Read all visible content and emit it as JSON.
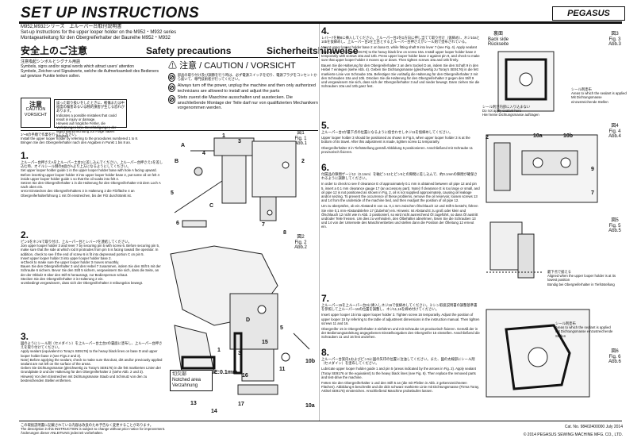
{
  "header": {
    "title": "SET UP INSTRUCTIONS",
    "brand": "PEGASUS",
    "models_jp": "M952,M932シリーズ　上ルーパー台取付説明書",
    "subtitle_en": "Set-up Instructions for the upper looper holder on the M952・M932  series",
    "subtitle_de": "Montageanleitung für den Obergreiferhalter der Baureihe M952・M932"
  },
  "safety": {
    "jp_title": "安全上のご注意",
    "en_title": "Safety precautions",
    "de_title": "Sicherheitshinweise",
    "intro_jp": "注意喚起シンボルとシグナル用語",
    "intro_en": "Symbols, signs and/or signal words which attract users' attention",
    "intro_de": "Symbole, Zeichen und Signalworte, welche die Aufmerksamkeit des Bedieners auf gewisse Punkte lenken sollen.",
    "caution_label_jp": "注意",
    "caution_label_en": "CAUTION",
    "caution_label_de": "VORSICHT",
    "caution_heading": "注意 / CAUTION / VORSICHT",
    "caution_desc_jp": "誤った取り扱いをしたときに、軽傷または中程度の傷害あるいは物的損害が生じる恐れがあります。",
    "caution_desc_en": "Indicates a possible mistakes that could result in injury or damage.",
    "caution_desc_de": "Hinweis auf mögliche Fehler, die Verletzungen bzw. Beschädigungen der Maschine/Einrichtung zur Folge haben könnten.",
    "item1_jp": "部品の取り付け及び調節を行う時は、必ず電源スイッチを切り、電源プラグをコンセントから抜いて、専門技術者が行ってください。",
    "item1_en": "Always turn off the power, unplug the machine and then only authorized technicians are allowed to install and adjust the parts",
    "item1_de": "Stets zuerst die Maschine ausschalten und ausstecken. Die anschließende Montage der Teile darf nur von qualifizierten Mechanikern vorgenommen werden."
  },
  "left": {
    "intro_jp": "1〜8の手順で作業を行ってください。",
    "intro_en": "Install the upper looper holder by referring to the procedures numbered 1 to 8.",
    "intro_de": "Bringen Sie den Obergreiferhalter nach den Angaben in Punkt 1 bis 8 an.",
    "step1_num": "1.",
    "step1_jp": "上ルーパー台押さえAを上ルーパー土台2に差し込んでください。上ルーパー台押さえ1を差し込む時、オイルシール側のB面がAより上方になるようにしてください。",
    "step1_en": "Set upper looper holder guide 1 in the upper looper holder base with hole A facing upward.",
    "step1_en2": "Before inserting upper looper holder 3 into upper looper holder base 2, put some oil on felt 4 inside upper looper holder guide 1 so that the oil soaks into felt 4.",
    "step1_de": "Setzen Sie den Obergreiferhalter 1 in die Halterung für den Obergreiferhalter mit dem Loch A nach oben ein.",
    "step1_de2": "※Vor Einstecken des Obergreiferhalters 3 in Halterung 2 die Filzfläche 4 an Obergreiferhalterführung 1 mit Öl einstreichen, bis der Filz durchtränkt ist.",
    "step2_num": "2.",
    "step2_jp": "ピン5をネジ6で取り付け、上ルーパー台とレバー7を連結してください。",
    "step2_en": "Join upper looper holder 3 and lever 7 by securing pin 5 with screw 6. Before securing pin 5, make sure that the side at which rod 8 protrudes from pin 5 is facing toward the operator. In addition, check to see if the end of screw 6 is fit into depressed portion C on pin 5.",
    "step2_en2": "Insert upper looper holder 3 into upper looper holder base 2.",
    "step2_en3": "※Check to make sure the upper looper holder 3 moves smoothly.",
    "step2_de": "Bauen Sie den Obergreiferhalter 3 und den Hebel 7 zusammen, indem Sie den Stift 5 mit der Schraube 6 sichern. Bevor Sie den Stift 5 sichern, vergewissern Sie sich, dass die Seite, an der der Obbolz 8 über den Stift 5 herausragt, zur Bedienperson schaut.",
    "step2_de2": "Stecken Sie den Obergreiferhalter 3 in Halterung 2 ein.",
    "step2_de3": "※Unbedingt vergewissern, dass sich der Obergreiferhalter 3 reibungslos bewegt.",
    "step3_num": "3.",
    "step3_jp": "図のようにシール剤（セメダイン）を上ルーパー台土台2の裏面に塗布し、上ルーパー台押さえを取り付けてください。",
    "step3_en": "Apply sealant (equivalent to Toray's SE9176) to the heavy black lines on base D and upper looper holder base 2 (see Figs.2 and 3).",
    "step3_en2": "Note) Before applying the sealant, check to make sure that dust, dirt and/or previously applied sealant are not left on the surface of the areas.",
    "step3_de": "Geben Sie Dichtungsmasse (gleichwertig zu Toray's SE9176) in die fett markierten Linien der Grundplatte D und der Halterung für den Obergreiferhalter 2 (siehe Abb. 2 und 3).",
    "step3_de2": "Hinweis) Vor dem Einstreichen mit Dichtungsmasse Staub und Schmutz von den zu bestreichenden Stellen entfernen."
  },
  "middle_right": {
    "step4_num": "4.",
    "step4_jp": "レバー7を軸8に挿入してください。上ルーパー台2をD方向に押し当てて取り付け（仮締め）、ネジ10aと10bを仮締めし、上ルーパー台2を土台とする上ルーパー台押さえがシール剤で塗布されている。",
    "step4_en": "Mount upper looper holder base 2 on base D, while fitting shaft 9 into lever 7 (see Fig. 4). Apply sealant (equivalent to Toray's SE9176) to the heavy black line on screw 10a. Install upper looper holder base 2 temporarily with screws 10a and 10b. Press upper looper holder base 2 against pin 9, and check to make sure that upper looper holder 3 moves up or down. Then tighten screws 10a and 10b firmly.",
    "step4_de": "Bauen Sie die Halterung für den Obergreiferhalter 2 an dem Sockel D an, indem Sie den Schaft 9 in den Hebel 7 einlegen (siehe Abb. 4). Geben Sie Dichtungsmasse (gleichwertig zu Toray's SE9176) in die fett markierte Linie von Schraube 10a. Befestigen Sie vorläufig die Halterung für den Obergreiferhalter 2 mit den Schrauben 10a und 10b. Drücken Sie die Halterung für den Obergreiferhalter 2 gegen den Stift 9 und vergewissern Sie sich, dass sich der Obergreiferhalter 3 auf und nieder bewegt. Dann ziehen Sie die Schrauben 10a und 10b ganz fest.",
    "step5_num": "5.",
    "step5_jp": "上ルーパー台3が最下点の位置になるように仮合わせしネジ11を仮締めしてください。",
    "step5_en": "Upper looper holder 3 should be positioned as shown in Fig.5, when upper looper holder 3 is at the bottom of its travel. After this adjustment is made, tighten screw 11 temporarily.",
    "step5_de": "Obergreiferhalter 3 in Tiefststellung gemäß Abbildung 5 positionieren. Anschließend mit Schraube 11 provisorisch fixieren.",
    "step6_num": "6.",
    "step6_jp": "付属品の隙間ゲージ12（0.1mm）を軸ピン12とピン5との隙間に差し込んで、約0.1mmの隙間が確保されるように調節してください。",
    "step6_en": "In order to check to see if clearance E of approximately 0.1 mm is obtained between oil pipe 12 and pin 5, insert a 0.1 mm clearance gauge 17 (an accessory part). Note) If clearance E is too large or small, and oil pipe 12 is not positioned as shown in Fig. 2, oil is not supplied approximately, causing oil leakage and/or seizing. To prevent the occurrence of these problems, remove the oil reservoir, loosen screws 13 and 14 from the underside of the machine bed, and then readjust the position of oil pipe 12.",
    "step6_de": "Um zu überprüfen, ob ein Abstand E von ca. 0,1 mm zwischen Ölschlauch 12 und Stift 5 besteht, führen Sie eine 0,1 mm-Abstandslehre 17 (Zubehör) ein. Hinweis: Ist Abstand E zu groß oder klein und Ölschlauch 12 nicht wie in Abb. 2 positioniert, so wird nicht ausreichend Öl zugeführt, so dass Öl austritt und/oder Teile fressen. Um dies zu verhindern, den Ölbehälter abnehmen, lösen Sie die Schrauben 13 und 14 von der Unterseite des Maschinenbettes und stellen dann die Position der Ölleitung 12 erneut ein.",
    "step7_num": "7.",
    "step7_jp": "上ルーパー15を上ルーパー台3に挿入しネジ16で仮締めしてください。ミシン取扱説明書の調整基準書を参照して上ルーパー15の位置を調整し、ネジ11,16を締め付けてください。",
    "step7_en": "Insert upper looper 15 into upper looper holder 3. Tighten screw 16 temporarily. Adjust the position of upper looper 15 by referring to the table of adjustment dimensions in the instruction manual. Then tighten screws 11 and 16.",
    "step7_de": "Obergreifer 15 in Obergreiferhalter 3 einführen und mit Schraube 16 provisorisch fixieren. Gemäß der in der Bedienungsanleitung angegebenen Einstellvorgaben den Obergreifer 15 einstellen. Anschließend die Schrauben 11 und 16 fest anziehen.",
    "step8_num": "8.",
    "step8_jp": "上ルーパー台案内1およびピン5に図の矢印の位置に注油してください。また、図の太線部にシール剤（セメダイン）を塗布してください。",
    "step8_en": "Lubricate upper looper holder guide 1 and pin 5 (areas indicated by the arrows in Fig. 2). Apply sealant (Toray SE9176 or the equivalent) to the heavy black lines (see Fig. 6). Then replace the removed parts and test-drive the machine.",
    "step8_de": "Fetten Sie den Obergreiferhalter 1 und den Stift 5 an (die mit Pfeilen in Abb. 2 gekennzeichneten Flächen). Abbildung 6 beschreibt und die dick schwarz markierte Linie mit Dichtungsmasse (Firma Toray, Artikel SE9176) einstreichen. Anschließend Maschine probelaufen lassen."
  },
  "figures": {
    "fig1": "図1\nFig. 1\nAbb.1",
    "fig2": "図2\nFig. 2\nAbb.2",
    "fig3": "図3\nFig. 3\nAbb.3",
    "fig4": "図4\nFig. 4\nAbb.4",
    "fig5": "図5\nFig. 5\nAbb.5",
    "fig6": "図6\nFig. 6\nAbb.6",
    "back_side": "裏面\nBack side\nRückseite",
    "sealant_jp": "シール剤塗布",
    "sealant_en": "Areas to which the sealant is applied",
    "sealant_de": "Mit Dichtungsmasse einzustreichende Stellen",
    "sealant_note_jp": "シール剤が内部に入り込まない",
    "sealant_note_en": "Do not apply sealant here",
    "sealant_note_de": "Hier keine Dichtungsmasse auftragen",
    "lowest_jp": "最下点で揃える",
    "lowest_en": "Aligned when the upper looper holder is at its lowest position",
    "lowest_de": "Bündig bei Obergreiferhalter in Tiefststellung",
    "notch_jp": "切欠部",
    "notch_en": "Notched area",
    "notch_de": "Verzahnung",
    "e_label": "E:0.1mm",
    "fig2_parts": [
      "11",
      "10b",
      "16",
      "15",
      "D",
      "10a",
      "5",
      "3",
      "1",
      "12",
      "13",
      "14",
      "17"
    ],
    "fig1_parts": [
      "A",
      "B",
      "C",
      "1",
      "2",
      "3",
      "4",
      "5",
      "6",
      "7",
      "8"
    ],
    "fig4_parts": [
      "2",
      "10a",
      "10b",
      "9",
      "7"
    ]
  },
  "footer": {
    "note_jp": "この取扱説明書に記載されている内容は改良のため予告なく変更することがあります。",
    "note_en": "The description in this INSTRUCTION is subject to change without prior notice for improvement.",
    "note_de": "Änderungen dieser ANLEITUNG jederzeit vorbehalten.",
    "catalog": "Cat. No. 98402400000  July 2014",
    "copyright": "© 2014 PEGASUS SEWING MACHINE MFG. CO., LTD."
  }
}
